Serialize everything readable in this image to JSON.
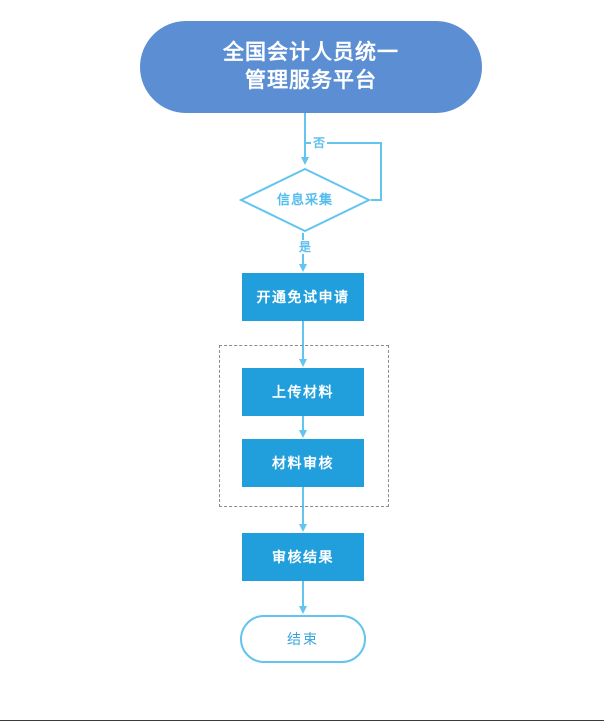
{
  "diagram": {
    "title_node": {
      "id": "start",
      "shape": "rounded-terminator",
      "label": "全国会计人员统一\n管理服务平台",
      "fill": "#5b8ed3",
      "text_color": "#ffffff"
    },
    "decision": {
      "id": "info-collection",
      "shape": "diamond",
      "label": "信息采集",
      "stroke": "#62c4ef",
      "text_color": "#56bdec"
    },
    "steps": [
      {
        "id": "open-exemption-application",
        "label": "开通免试申请",
        "fill": "#219fdd",
        "text_color": "#ffffff"
      },
      {
        "id": "upload-materials",
        "label": "上传材料",
        "fill": "#219fdd",
        "text_color": "#ffffff"
      },
      {
        "id": "material-review",
        "label": "材料审核",
        "fill": "#219fdd",
        "text_color": "#ffffff"
      },
      {
        "id": "review-result",
        "label": "审核结果",
        "fill": "#219fdd",
        "text_color": "#ffffff"
      }
    ],
    "end_node": {
      "id": "end",
      "shape": "rounded-terminator",
      "label": "结束",
      "fill": "#ffffff",
      "stroke": "#62c4ef",
      "text_color": "#3aa5dd"
    },
    "edge_labels": {
      "no": "否",
      "yes": "是"
    },
    "group": {
      "id": "material-submission-group",
      "style": "dashed",
      "stroke": "#8a8a8a",
      "label": ""
    },
    "colors": {
      "connector": "#62c4ef",
      "header_blue": "#5b8ed3",
      "process_blue": "#219fdd",
      "accent_light_blue": "#62c4ef",
      "background": "#ffffff"
    }
  }
}
